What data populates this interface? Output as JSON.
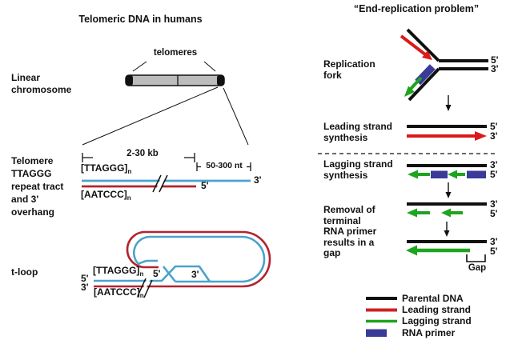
{
  "colors": {
    "black": "#111111",
    "chromosome_gray": "#bcbcbc",
    "g_strand_blue": "#4aa3cc",
    "telomere_red": "#b3232e",
    "arrow_red": "#da1a1a",
    "lagging_green": "#1ea41e",
    "primer_blue": "#3a3a99"
  },
  "left_panel": {
    "title": "Telomeric DNA in humans",
    "telomeres_label": "telomeres",
    "linear_chromosome_label": "Linear\nchromosome",
    "tract_label": "Telomere\nTTAGGG\nrepeat tract\nand 3'\noverhang",
    "kb_span": "2-30 kb",
    "nt_span": "50-300 nt",
    "repeat_top": {
      "text": "[TTAGGG]",
      "sub": "n"
    },
    "repeat_bottom": {
      "text": "[AATCCC]",
      "sub": "n"
    },
    "top_strand_end": "3'",
    "bottom_strand_end": "5'",
    "tloop_label": "t-loop",
    "tloop": {
      "entry_five": "5'",
      "entry_three": "3'",
      "top_label": {
        "text": "[TTAGGG]",
        "sub": "n"
      },
      "bottom_label": {
        "text": "[AATCCC]",
        "sub": "n"
      },
      "junction_five": "5'",
      "junction_three": "3'"
    }
  },
  "right_panel": {
    "title": "“End-replication problem”",
    "fork": {
      "label": "Replication\nfork",
      "five": "5'",
      "three": "3'"
    },
    "leading": {
      "label": "Leading strand\nsynthesis",
      "five": "5'",
      "three": "3'"
    },
    "lagging": {
      "label": "Lagging strand\nsynthesis",
      "three": "3'",
      "five": "5'"
    },
    "removal": {
      "label": "Removal of\nterminal\nRNA primer\nresults in a\ngap",
      "line1_three": "3'",
      "line1_five": "5'",
      "line2_three": "3'",
      "line2_five": "5'",
      "gap_label": "Gap"
    },
    "legend": {
      "items": [
        {
          "label": "Parental DNA",
          "color": "#111111"
        },
        {
          "label": "Leading strand",
          "color": "#cc2222"
        },
        {
          "label": "Lagging strand",
          "color": "#1ea41e"
        },
        {
          "label": "RNA primer",
          "color": "#3a3a99"
        }
      ]
    }
  }
}
